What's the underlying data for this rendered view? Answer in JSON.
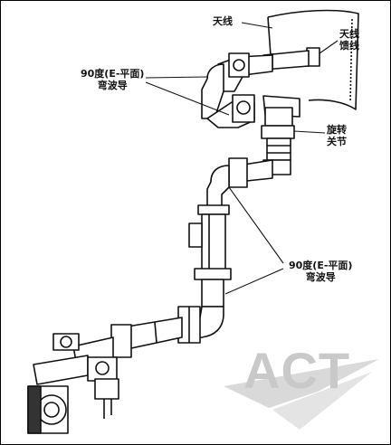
{
  "labels": {
    "antenna": "天线",
    "antenna_feed_line1": "天线",
    "antenna_feed_line2": "馈线",
    "bend_upper_line1": "90度(E-平面)",
    "bend_upper_line2": "弯波导",
    "rotary_joint_line1": "旋转",
    "rotary_joint_line2": "关节",
    "bend_lower_line1": "90度(E-平面)",
    "bend_lower_line2": "弯波导"
  },
  "logo": {
    "text": "ACT"
  },
  "colors": {
    "line": "#111111",
    "logo": "#c9c9c9"
  }
}
